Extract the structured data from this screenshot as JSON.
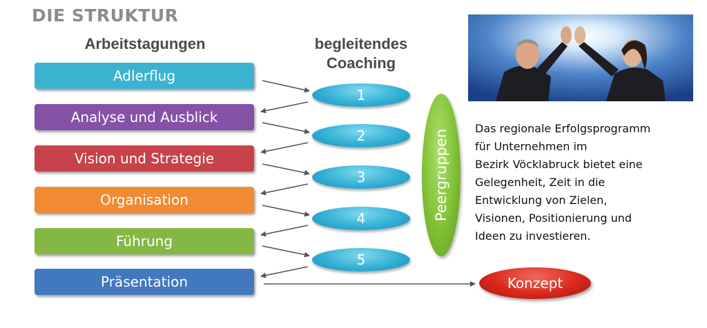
{
  "title": "DIE STRUKTUR",
  "columns": {
    "left_heading": "Arbeitstagungen",
    "mid_heading": "begleitendes\nCoaching"
  },
  "stages": [
    {
      "label": "Adlerflug",
      "color": "#3bb3d0"
    },
    {
      "label": "Analyse und Ausblick",
      "color": "#8552a8"
    },
    {
      "label": "Vision und Strategie",
      "color": "#c8424a"
    },
    {
      "label": "Organisation",
      "color": "#f08b33"
    },
    {
      "label": "Führung",
      "color": "#84b843"
    },
    {
      "label": "Präsentation",
      "color": "#4178be"
    }
  ],
  "coaching": [
    "1",
    "2",
    "3",
    "4",
    "5"
  ],
  "peer_label": "Peergruppen",
  "result_label": "Konzept",
  "description": "Das regionale Erfolgsprogramm\nfür Unternehmen im\nBezirk Vöcklabruck bietet eine\nGelegenheit, Zeit in die\nEntwicklung von Zielen,\nVisionen, Positionierung und\nIdeen zu investieren."
}
